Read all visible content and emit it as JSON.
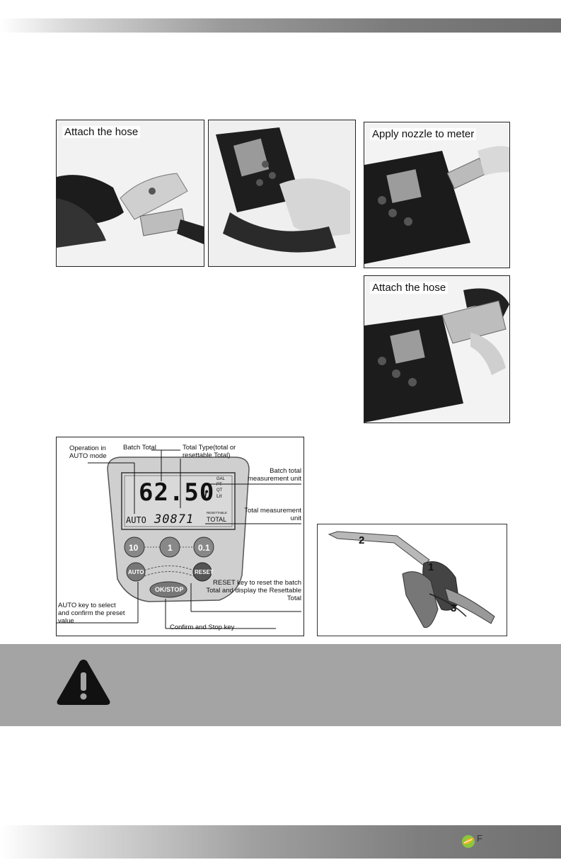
{
  "photos": {
    "photo1_caption": "Attach the hose",
    "photo3_caption": "Apply nozzle to meter",
    "photo4_caption": "Attach the hose"
  },
  "display_diagram": {
    "lcd": {
      "batch_value": "62.50",
      "batch_unit": "L",
      "unit_options": [
        "GAL",
        "PT",
        "QT",
        "Lit"
      ],
      "mode": "AUTO",
      "total_value": "30871",
      "total_type_small": "RESETTABLE",
      "total_type": "TOTAL"
    },
    "keys": {
      "ten": "10",
      "one": "1",
      "tenth": "0.1",
      "auto": "AUTO",
      "reset": "RESET",
      "ok_stop": "OK/STOP"
    },
    "annotations": {
      "operation_auto": "Operation in AUTO mode",
      "batch_total": "Batch Total",
      "total_type": "Total Type(total or resettable Total)",
      "batch_unit": "Batch total measurement unit",
      "total_unit": "Total measurement unit",
      "reset_key": "RESET key to reset the batch Total and display the Resettable Total",
      "auto_key": "AUTO key to select and confirm the preset value",
      "confirm_stop": "Confirm and Stop key"
    }
  },
  "nozzle_diagram": {
    "labels": [
      "1",
      "2",
      "3"
    ]
  },
  "warning": {
    "icon": "warning-triangle-icon"
  },
  "footer": {
    "brand_letter": "F",
    "logo_icon": "leaf-globe-icon"
  }
}
